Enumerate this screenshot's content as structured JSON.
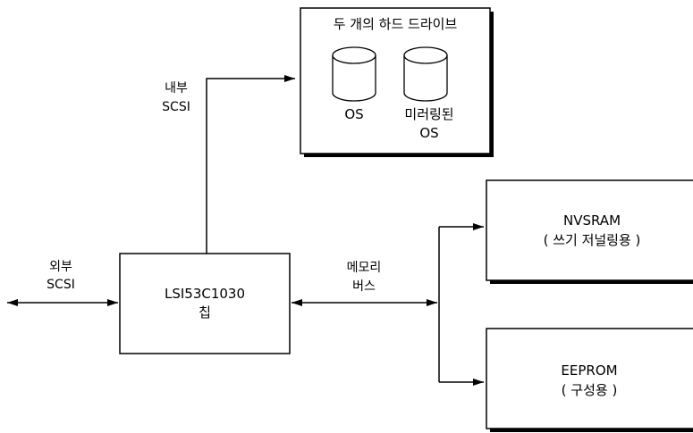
{
  "drives_box": {
    "title": "두 개의 하드 드라이브",
    "disk_os_label": "OS",
    "disk_mirrored_label_line1": "미러링된",
    "disk_mirrored_label_line2": "OS"
  },
  "internal_scsi_label": {
    "line1": "내부",
    "line2": "SCSI"
  },
  "external_scsi_label": {
    "line1": "외부",
    "line2": "SCSI"
  },
  "chip_box": {
    "line1": "LSI53C1030",
    "line2": "칩"
  },
  "memory_bus_label": {
    "line1": "메모리",
    "line2": "버스"
  },
  "nvsram_box": {
    "line1": "NVSRAM",
    "line2": "( 쓰기 저널링용 )"
  },
  "eeprom_box": {
    "line1": "EEPROM",
    "line2": "( 구성용 )"
  }
}
